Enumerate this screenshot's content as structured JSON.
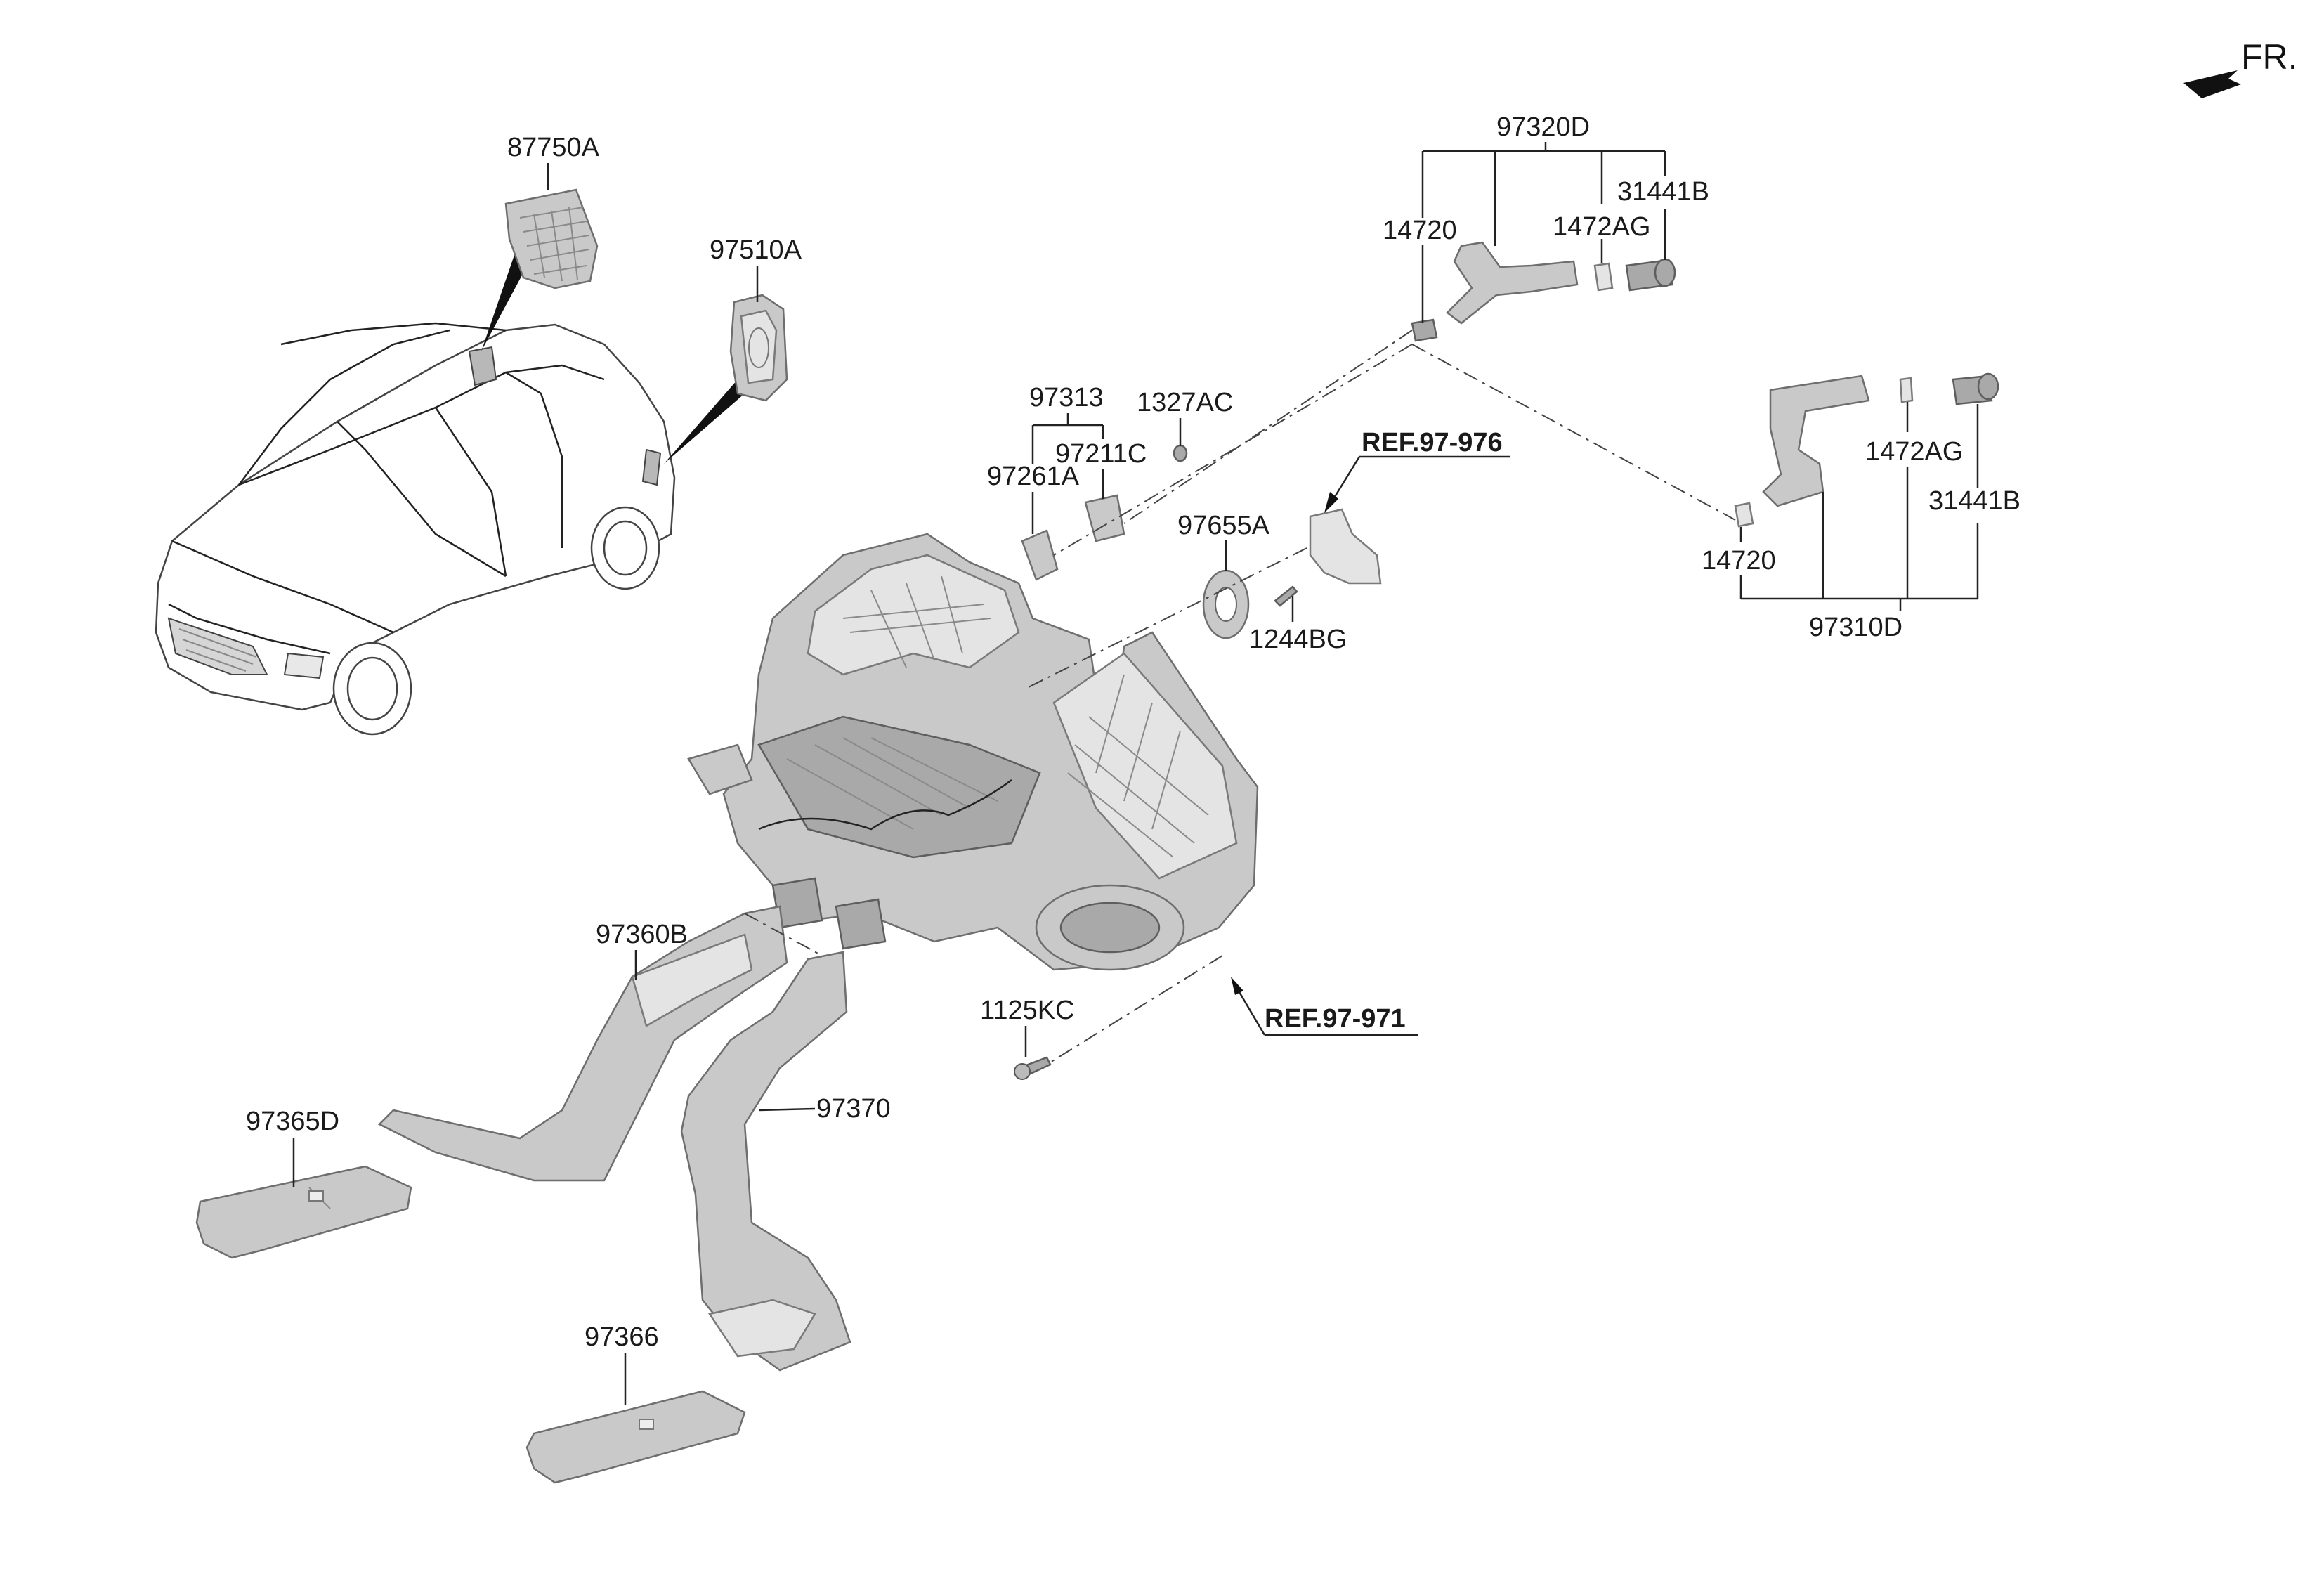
{
  "orientation": "FR.",
  "labels": {
    "p87750A": "87750A",
    "p97510A": "97510A",
    "p97320D": "97320D",
    "p14720_top": "14720",
    "p1472AG_top": "1472AG",
    "p31441B_top": "31441B",
    "p97313": "97313",
    "p1327AC": "1327AC",
    "p97211C": "97211C",
    "p97261A": "97261A",
    "ref97976": "REF.97-976",
    "p97655A": "97655A",
    "p1244BG": "1244BG",
    "p1472AG_right": "1472AG",
    "p31441B_right": "31441B",
    "p14720_right": "14720",
    "p97310D": "97310D",
    "p97360B": "97360B",
    "p1125KC": "1125KC",
    "ref97971": "REF.97-971",
    "p97365D": "97365D",
    "p97370": "97370",
    "p97366": "97366"
  },
  "icons": {
    "front_arrow": "arrow-front-icon"
  }
}
